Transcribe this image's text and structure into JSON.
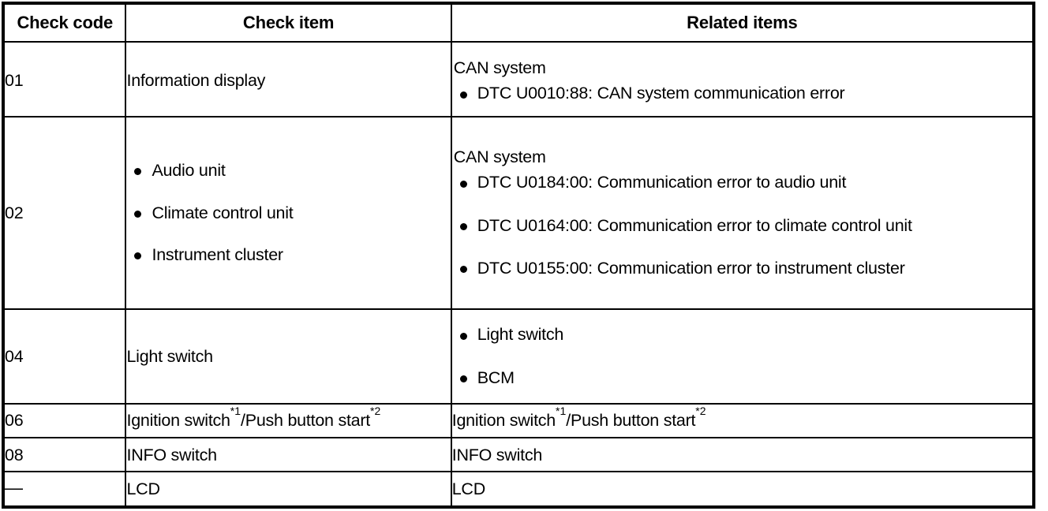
{
  "table": {
    "headers": {
      "check_code": "Check code",
      "check_item": "Check item",
      "related_items": "Related items"
    },
    "rows": [
      {
        "code": "01",
        "item_text": "Information display",
        "related_lead": "CAN system",
        "related_bullets": [
          "DTC U0010:88: CAN system communication error"
        ]
      },
      {
        "code": "02",
        "item_bullets": [
          "Audio unit",
          "Climate control unit",
          "Instrument cluster"
        ],
        "related_lead": "CAN system",
        "related_bullets": [
          "DTC U0184:00: Communication error to audio unit",
          "DTC U0164:00: Communication error to climate control unit",
          "DTC U0155:00: Communication error to instrument cluster"
        ]
      },
      {
        "code": "04",
        "item_text": "Light switch",
        "related_bullets": [
          "Light switch",
          "BCM"
        ]
      },
      {
        "code": "06",
        "item_parts": {
          "a": "Ignition switch",
          "sup_a": "*1",
          "b": "/Push button start",
          "sup_b": "*2"
        },
        "related_parts": {
          "a": "Ignition switch",
          "sup_a": "*1",
          "b": "/Push button start",
          "sup_b": "*2"
        }
      },
      {
        "code": "08",
        "item_text": "INFO switch",
        "related_text": "INFO switch"
      },
      {
        "code": "—",
        "item_text": "LCD",
        "related_text": "LCD"
      }
    ]
  }
}
